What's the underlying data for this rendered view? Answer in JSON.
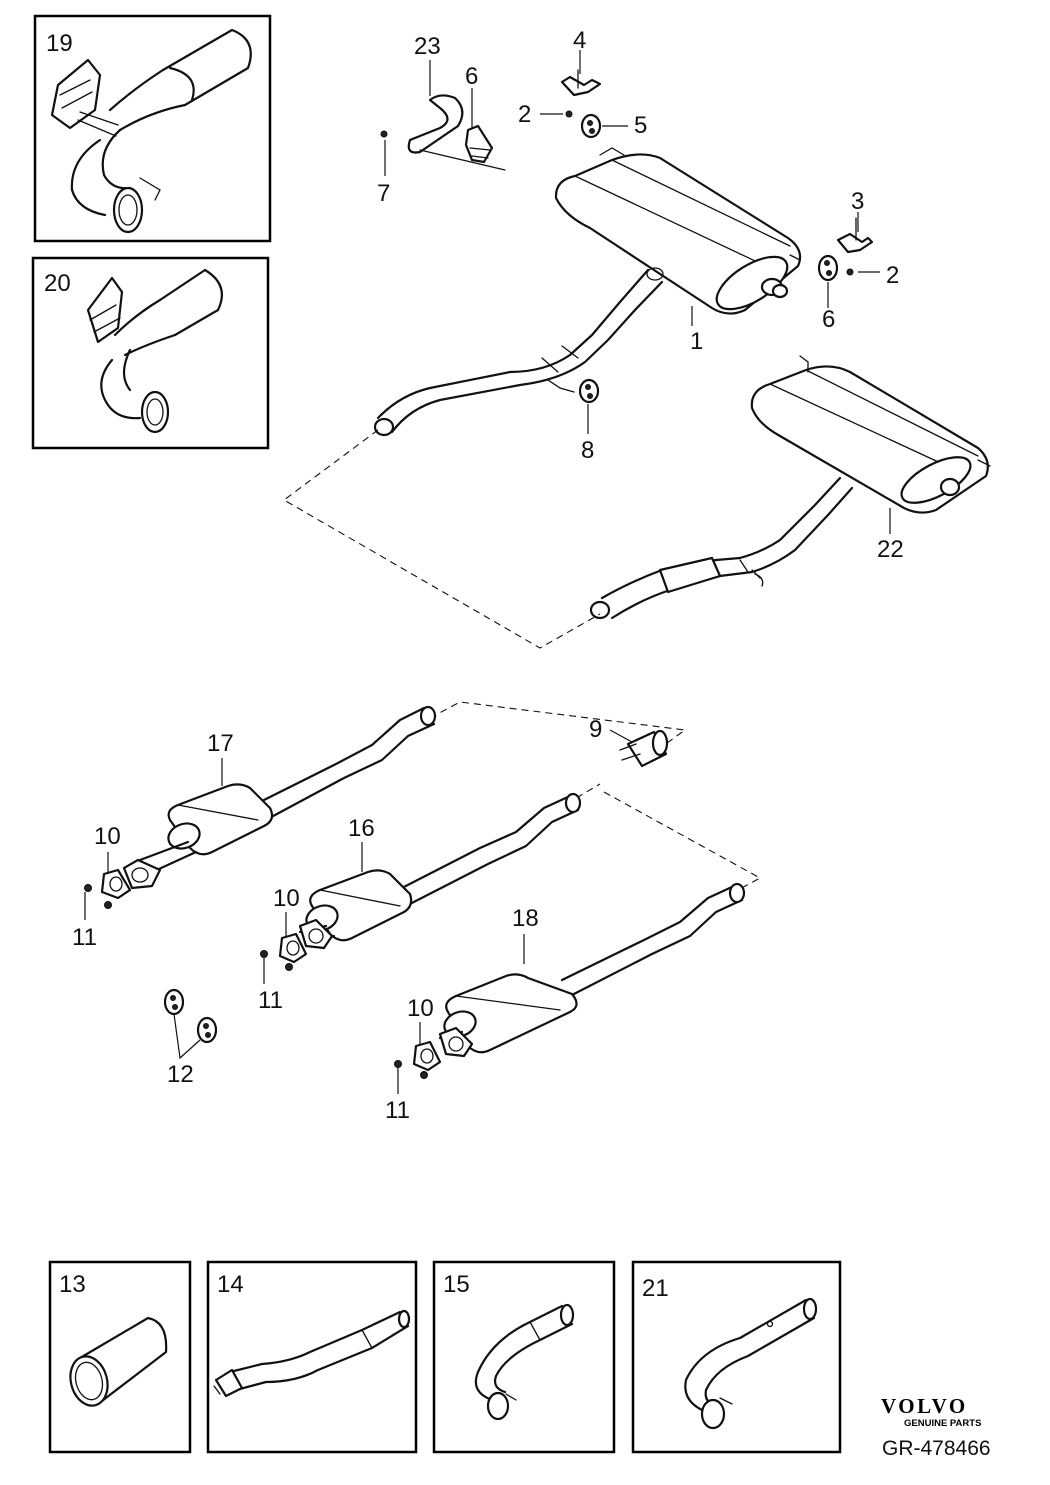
{
  "diagram": {
    "reference": "GR-478466",
    "brand": "VOLVO",
    "brand_subtitle": "GENUINE PARTS",
    "callouts": [
      "1",
      "2",
      "3",
      "4",
      "5",
      "6",
      "7",
      "8",
      "9",
      "10",
      "11",
      "12",
      "13",
      "14",
      "15",
      "16",
      "17",
      "18",
      "19",
      "20",
      "21",
      "22",
      "23"
    ],
    "inset_panels": [
      "19",
      "20",
      "13",
      "14",
      "15",
      "21"
    ]
  }
}
